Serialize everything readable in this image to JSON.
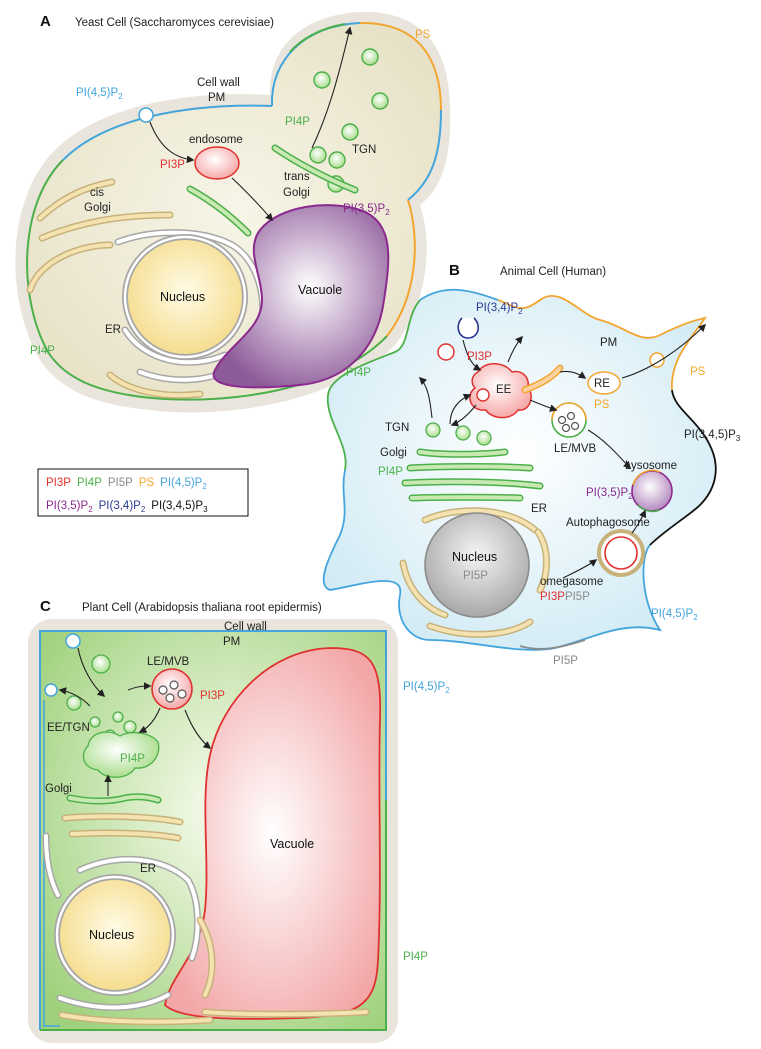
{
  "colors": {
    "PI3P": "#e0312f",
    "PI4P": "#4cb04a",
    "PI5P": "#8a8a8a",
    "PS": "#f3a530",
    "PI45P2": "#43a5dc",
    "PI35P2": "#8b2a8e",
    "PI34P2": "#2c3891",
    "PI345P3": "#111111"
  },
  "panel_a": {
    "letter": "A",
    "title": "Yeast Cell (Saccharomyces cerevisiae)",
    "labels": {
      "pi45p2": "PI(4,5)P",
      "pi45p2_sub": "2",
      "cell_wall": "Cell wall",
      "pm": "PM",
      "ps": "PS",
      "pi4p_top": "PI4P",
      "tgn": "TGN",
      "endosome": "endosome",
      "pi3p": "PI3P",
      "trans1": "trans",
      "trans2": "Golgi",
      "pi35p2": "PI(3,5)P",
      "pi35p2_sub": "2",
      "cis1": "cis",
      "cis2": "Golgi",
      "nucleus": "Nucleus",
      "vacuole": "Vacuole",
      "er": "ER",
      "pi4p_left": "PI4P"
    }
  },
  "panel_b": {
    "letter": "B",
    "title": "Animal Cell (Human)",
    "labels": {
      "pi34p2": "PI(3,4)P",
      "pi34p2_sub": "2",
      "pi3p": "PI3P",
      "pm": "PM",
      "pi4p": "PI4P",
      "ee": "EE",
      "re": "RE",
      "ps_re": "PS",
      "ps_right": "PS",
      "tgn": "TGN",
      "pi345p3": "PI(3,4,5)P",
      "pi345p3_sub": "3",
      "golgi": "Golgi",
      "pi4p_golgi": "PI4P",
      "lemvb": "LE/MVB",
      "lysosome": "Lysosome",
      "pi35p2": "PI(3,5)P",
      "pi35p2_sub": "2",
      "er": "ER",
      "autophagosome": "Autophagosome",
      "nucleus": "Nucleus",
      "pi5p_nucleus": "PI5P",
      "omegasome": "omegasome",
      "pi3p_omega": "PI3P",
      "pi5p_omega": "PI5P",
      "pi45p2": "PI(4,5)P",
      "pi45p2_sub": "2",
      "pi5p_bottom": "PI5P"
    }
  },
  "legend": {
    "row1": [
      {
        "text": "PI3P",
        "sub": "",
        "color": "#e0312f"
      },
      {
        "text": "PI4P",
        "sub": "",
        "color": "#4cb04a"
      },
      {
        "text": "PI5P",
        "sub": "",
        "color": "#8a8a8a"
      },
      {
        "text": "PS",
        "sub": "",
        "color": "#f3a530"
      },
      {
        "text": "PI(4,5)P",
        "sub": "2",
        "color": "#43a5dc"
      }
    ],
    "row2": [
      {
        "text": "PI(3,5)P",
        "sub": "2",
        "color": "#8b2a8e"
      },
      {
        "text": "PI(3,4)P",
        "sub": "2",
        "color": "#2c3891"
      },
      {
        "text": "PI(3,4,5)P",
        "sub": "3",
        "color": "#111111"
      }
    ]
  },
  "panel_c": {
    "letter": "C",
    "title": "Plant Cell (Arabidopsis thaliana root epidermis)",
    "labels": {
      "cell_wall": "Cell wall",
      "pm": "PM",
      "lemvb": "LE/MVB",
      "pi3p": "PI3P",
      "pi45p2": "PI(4,5)P",
      "pi45p2_sub": "2",
      "eetgn": "EE/TGN",
      "pi4p_golgi": "PI4P",
      "golgi": "Golgi",
      "vacuole": "Vacuole",
      "er": "ER",
      "nucleus": "Nucleus",
      "pi4p_right": "PI4P"
    }
  }
}
